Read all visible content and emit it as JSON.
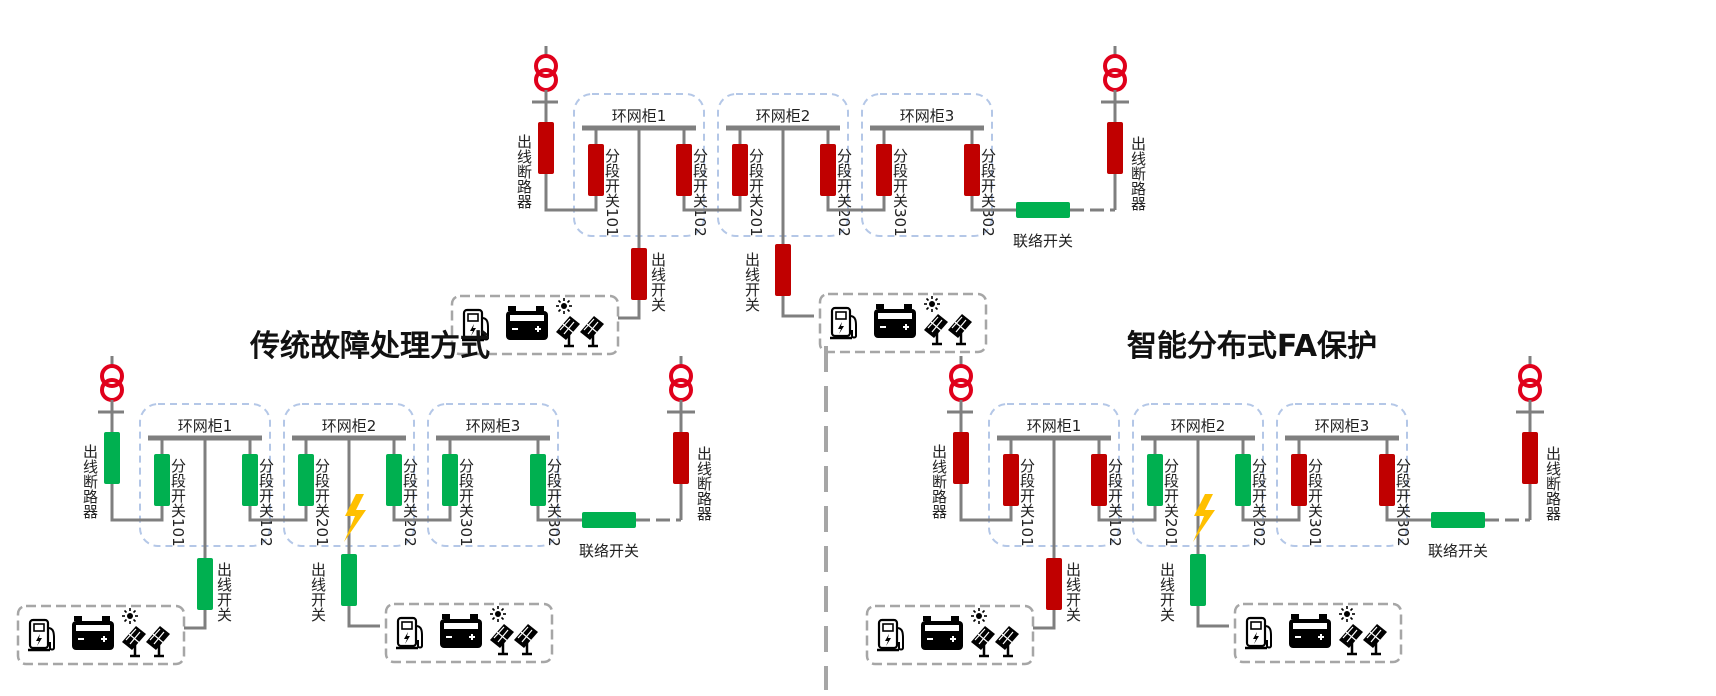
{
  "colors": {
    "closed": "#c00000",
    "open": "#00b050",
    "line": "#7f7f7f",
    "transformer": "#e0001b",
    "fault": "#ffc000",
    "cabinet_border": "#b4c7e7",
    "load_border": "#a6a6a6"
  },
  "titles": {
    "traditional": "传统故障处理方式",
    "smart": "智能分布式FA保护"
  },
  "labels": {
    "cabinets": [
      "环网柜1",
      "环网柜2",
      "环网柜3"
    ],
    "switches": [
      "分段开关101",
      "分段开关102",
      "分段开关201",
      "分段开关202",
      "分段开关301",
      "分段开关302"
    ],
    "outgoing_breaker": "出线断路器",
    "outgoing_switch": "出线开关",
    "tie_switch": "联络开关"
  },
  "icons": [
    "transformer-icon",
    "charging-station-icon",
    "battery-icon",
    "sun-icon",
    "solar-panel-icon",
    "lightning-fault-icon"
  ],
  "diagrams": [
    {
      "id": "normal",
      "title": "",
      "states": {
        "brk_left": "closed",
        "s101": "closed",
        "s102": "closed",
        "s201": "closed",
        "s202": "closed",
        "s301": "closed",
        "s302": "closed",
        "out1": "closed",
        "out2": "closed",
        "tie": "open",
        "brk_right": "closed"
      },
      "fault": false
    },
    {
      "id": "traditional",
      "title": "传统故障处理方式",
      "states": {
        "brk_left": "open",
        "s101": "open",
        "s102": "open",
        "s201": "open",
        "s202": "open",
        "s301": "open",
        "s302": "open",
        "out1": "open",
        "out2": "open",
        "tie": "open",
        "brk_right": "closed"
      },
      "fault": true
    },
    {
      "id": "smart",
      "title": "智能分布式FA保护",
      "states": {
        "brk_left": "closed",
        "s101": "closed",
        "s102": "closed",
        "s201": "open",
        "s202": "open",
        "s301": "closed",
        "s302": "closed",
        "out1": "closed",
        "out2": "open",
        "tie": "open",
        "brk_right": "closed"
      },
      "fault": true
    }
  ]
}
